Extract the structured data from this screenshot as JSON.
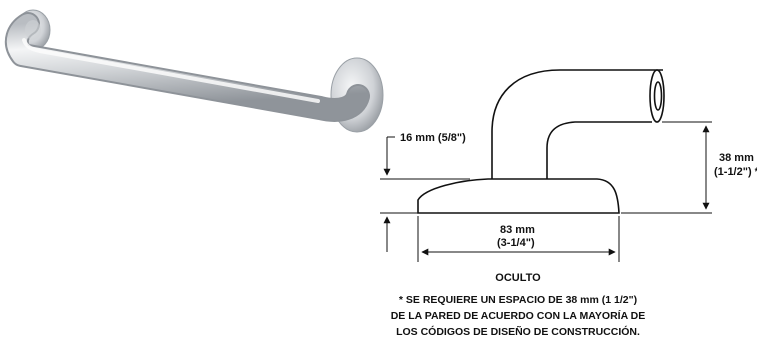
{
  "dimensions": {
    "flange_thickness": "16 mm (5/8\")",
    "clearance_mm": "38 mm",
    "clearance_in": "(1-1/2\") *",
    "flange_width_mm": "83 mm",
    "flange_width_in": "(3-1/4\")"
  },
  "caption": {
    "title": "OCULTO",
    "note_lines": [
      "* SE REQUIERE UN ESPACIO DE 38 mm (1 1/2\")",
      "DE LA PARED DE ACUERDO CON LA MAYORÍA DE",
      "LOS CÓDIGOS DE DISEÑO DE CONSTRUCCIÓN."
    ]
  },
  "colors": {
    "line": "#111111",
    "metal_light": "#f2f3f4",
    "metal_mid": "#c9ccd0",
    "metal_dark": "#8e9399"
  }
}
